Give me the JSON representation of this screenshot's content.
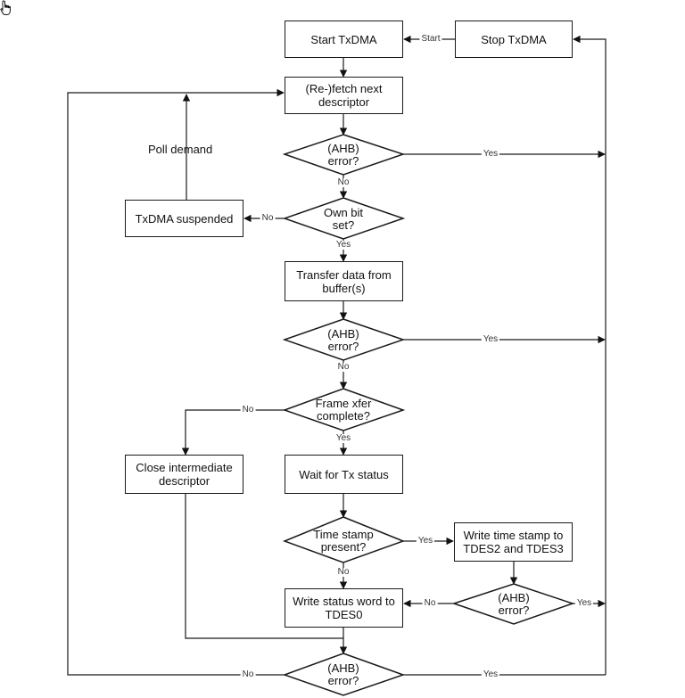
{
  "boxes": {
    "start_txdma": "Start TxDMA",
    "stop_txdma": "Stop TxDMA",
    "refetch": "(Re-)fetch next descriptor",
    "suspended": "TxDMA suspended",
    "transfer": "Transfer data from buffer(s)",
    "close_intermediate": "Close intermediate descriptor",
    "wait_status": "Wait for Tx status",
    "write_timestamp": "Write time stamp to TDES2 and TDES3",
    "write_status": "Write status word to TDES0"
  },
  "decisions": {
    "ahb_error_1": "(AHB) error?",
    "own_bit": "Own bit set?",
    "ahb_error_2": "(AHB) error?",
    "frame_complete": "Frame xfer complete?",
    "timestamp_present": "Time stamp present?",
    "ahb_error_3": "(AHB) error?",
    "ahb_error_4": "(AHB) error?"
  },
  "edge_labels": {
    "start": "Start",
    "yes": "Yes",
    "no": "No"
  },
  "notes": {
    "poll_demand": "Poll demand"
  }
}
